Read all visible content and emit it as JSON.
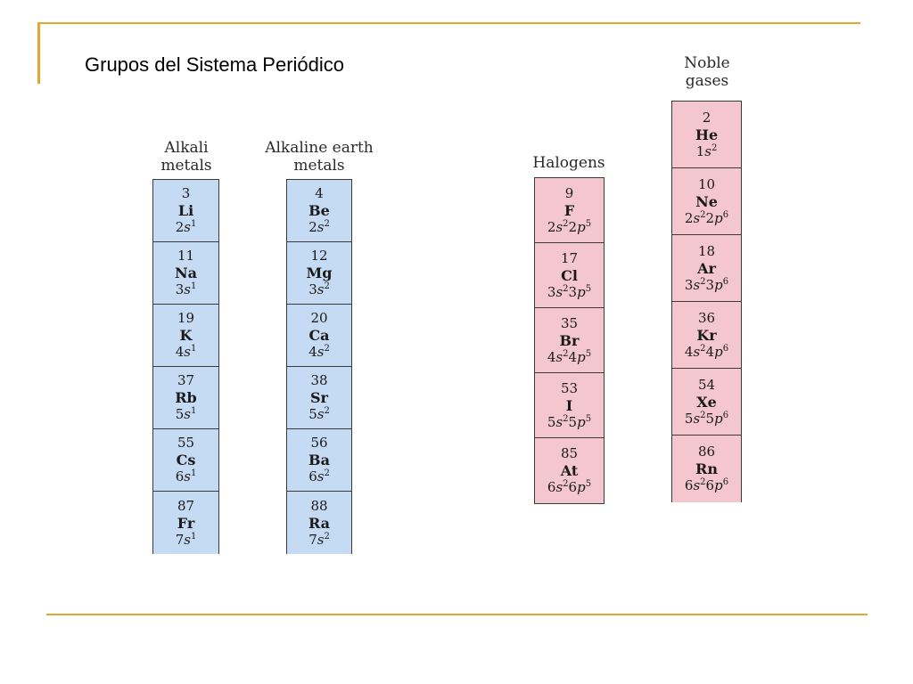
{
  "slide_title": "Grupos del Sistema Periódico",
  "colors": {
    "accent": "#e3a72f",
    "blue_cell": "#c5daf3",
    "pink_cell": "#f4c6cf"
  },
  "groups": [
    {
      "name_line1": "Alkali",
      "name_line2": "metals",
      "elements": [
        {
          "number": "3",
          "symbol": "Li",
          "config": "2s¹"
        },
        {
          "number": "11",
          "symbol": "Na",
          "config": "3s¹"
        },
        {
          "number": "19",
          "symbol": "K",
          "config": "4s¹"
        },
        {
          "number": "37",
          "symbol": "Rb",
          "config": "5s¹"
        },
        {
          "number": "55",
          "symbol": "Cs",
          "config": "6s¹"
        },
        {
          "number": "87",
          "symbol": "Fr",
          "config": "7s¹"
        }
      ]
    },
    {
      "name_line1": "Alkaline earth",
      "name_line2": "metals",
      "elements": [
        {
          "number": "4",
          "symbol": "Be",
          "config": "2s²"
        },
        {
          "number": "12",
          "symbol": "Mg",
          "config": "3s²"
        },
        {
          "number": "20",
          "symbol": "Ca",
          "config": "4s²"
        },
        {
          "number": "38",
          "symbol": "Sr",
          "config": "5s²"
        },
        {
          "number": "56",
          "symbol": "Ba",
          "config": "6s²"
        },
        {
          "number": "88",
          "symbol": "Ra",
          "config": "7s²"
        }
      ]
    },
    {
      "name_line1": "Halogens",
      "name_line2": "",
      "elements": [
        {
          "number": "9",
          "symbol": "F",
          "config": "2s²2p⁵"
        },
        {
          "number": "17",
          "symbol": "Cl",
          "config": "3s²3p⁵"
        },
        {
          "number": "35",
          "symbol": "Br",
          "config": "4s²4p⁵"
        },
        {
          "number": "53",
          "symbol": "I",
          "config": "5s²5p⁵"
        },
        {
          "number": "85",
          "symbol": "At",
          "config": "6s²6p⁵"
        }
      ]
    },
    {
      "name_line1": "Noble",
      "name_line2": "gases",
      "elements": [
        {
          "number": "2",
          "symbol": "He",
          "config": "1s²"
        },
        {
          "number": "10",
          "symbol": "Ne",
          "config": "2s²2p⁶"
        },
        {
          "number": "18",
          "symbol": "Ar",
          "config": "3s²3p⁶"
        },
        {
          "number": "36",
          "symbol": "Kr",
          "config": "4s²4p⁶"
        },
        {
          "number": "54",
          "symbol": "Xe",
          "config": "5s²5p⁶"
        },
        {
          "number": "86",
          "symbol": "Rn",
          "config": "6s²6p⁶"
        }
      ]
    }
  ]
}
